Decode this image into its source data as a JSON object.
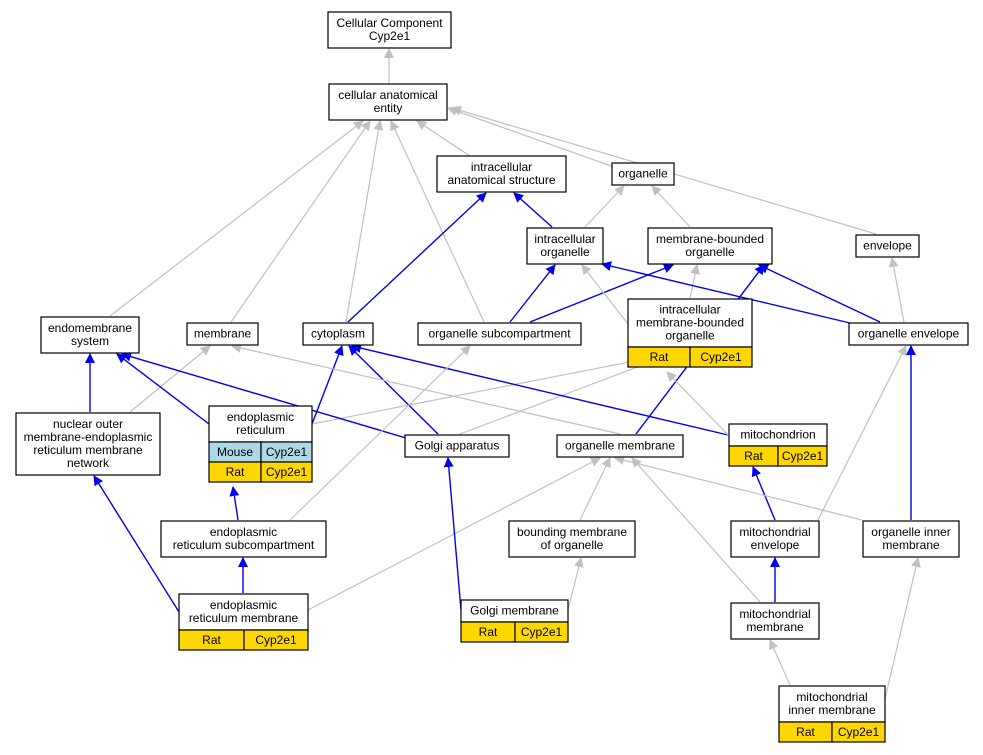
{
  "nodes": {
    "root": [
      "Cellular Component",
      "Cyp2e1"
    ],
    "cae": [
      "cellular anatomical",
      "entity"
    ],
    "ias": [
      "intracellular",
      "anatomical structure"
    ],
    "organelle": [
      "organelle"
    ],
    "io": [
      "intracellular",
      "organelle"
    ],
    "mbo": [
      "membrane-bounded",
      "organelle"
    ],
    "envelope": [
      "envelope"
    ],
    "endomem": [
      "endomembrane",
      "system"
    ],
    "membrane": [
      "membrane"
    ],
    "cytoplasm": [
      "cytoplasm"
    ],
    "osub": [
      "organelle subcompartment"
    ],
    "imbo": [
      "intracellular",
      "membrane-bounded",
      "organelle"
    ],
    "oenv": [
      "organelle envelope"
    ],
    "nuc": [
      "nuclear outer",
      "membrane-endoplasmic",
      "reticulum membrane",
      "network"
    ],
    "er": [
      "endoplasmic",
      "reticulum"
    ],
    "golgi": [
      "Golgi apparatus"
    ],
    "omem": [
      "organelle membrane"
    ],
    "mito": [
      "mitochondrion"
    ],
    "ersub": [
      "endoplasmic",
      "reticulum subcompartment"
    ],
    "bmo": [
      "bounding membrane",
      "of organelle"
    ],
    "menv": [
      "mitochondrial",
      "envelope"
    ],
    "oim": [
      "organelle inner",
      "membrane"
    ],
    "erm": [
      "endoplasmic",
      "reticulum membrane"
    ],
    "gm": [
      "Golgi membrane"
    ],
    "mm": [
      "mitochondrial",
      "membrane"
    ],
    "mim": [
      "mitochondrial",
      "inner membrane"
    ]
  },
  "annotations": {
    "imbo": [
      {
        "species": "Rat",
        "gene": "Cyp2e1"
      }
    ],
    "er": [
      {
        "species": "Mouse",
        "gene": "Cyp2e1"
      },
      {
        "species": "Rat",
        "gene": "Cyp2e1"
      }
    ],
    "mito": [
      {
        "species": "Rat",
        "gene": "Cyp2e1"
      }
    ],
    "erm": [
      {
        "species": "Rat",
        "gene": "Cyp2e1"
      }
    ],
    "gm": [
      {
        "species": "Rat",
        "gene": "Cyp2e1"
      }
    ],
    "mim": [
      {
        "species": "Rat",
        "gene": "Cyp2e1"
      }
    ]
  },
  "species_colors": {
    "Mouse": "#add8e6",
    "Rat": "#ffd700"
  },
  "edge_colors": {
    "is_a": "#c0c0c0",
    "part_of": "#0000ee"
  },
  "edges": [
    {
      "from": "cae",
      "to": "root",
      "type": "is_a"
    },
    {
      "from": "ias",
      "to": "cae",
      "type": "is_a"
    },
    {
      "from": "organelle",
      "to": "cae",
      "type": "is_a"
    },
    {
      "from": "envelope",
      "to": "cae",
      "type": "is_a"
    },
    {
      "from": "endomem",
      "to": "cae",
      "type": "is_a"
    },
    {
      "from": "membrane",
      "to": "cae",
      "type": "is_a"
    },
    {
      "from": "cytoplasm",
      "to": "cae",
      "type": "is_a"
    },
    {
      "from": "osub",
      "to": "cae",
      "type": "is_a"
    },
    {
      "from": "io",
      "to": "organelle",
      "type": "is_a"
    },
    {
      "from": "io",
      "to": "ias",
      "type": "part_of"
    },
    {
      "from": "mbo",
      "to": "organelle",
      "type": "is_a"
    },
    {
      "from": "cytoplasm",
      "to": "ias",
      "type": "part_of"
    },
    {
      "from": "osub",
      "to": "io",
      "type": "part_of"
    },
    {
      "from": "osub",
      "to": "mbo",
      "type": "part_of"
    },
    {
      "from": "imbo",
      "to": "io",
      "type": "is_a"
    },
    {
      "from": "imbo",
      "to": "mbo",
      "type": "is_a"
    },
    {
      "from": "oenv",
      "to": "envelope",
      "type": "is_a"
    },
    {
      "from": "oenv",
      "to": "io",
      "type": "part_of"
    },
    {
      "from": "oenv",
      "to": "mbo",
      "type": "part_of"
    },
    {
      "from": "nuc",
      "to": "endomem",
      "type": "part_of"
    },
    {
      "from": "nuc",
      "to": "membrane",
      "type": "is_a"
    },
    {
      "from": "er",
      "to": "endomem",
      "type": "part_of"
    },
    {
      "from": "er",
      "to": "cytoplasm",
      "type": "part_of"
    },
    {
      "from": "er",
      "to": "imbo",
      "type": "is_a"
    },
    {
      "from": "golgi",
      "to": "endomem",
      "type": "part_of"
    },
    {
      "from": "golgi",
      "to": "cytoplasm",
      "type": "part_of"
    },
    {
      "from": "golgi",
      "to": "imbo",
      "type": "is_a"
    },
    {
      "from": "omem",
      "to": "membrane",
      "type": "is_a"
    },
    {
      "from": "omem",
      "to": "mbo",
      "type": "part_of"
    },
    {
      "from": "mito",
      "to": "cytoplasm",
      "type": "part_of"
    },
    {
      "from": "mito",
      "to": "imbo",
      "type": "is_a"
    },
    {
      "from": "ersub",
      "to": "er",
      "type": "part_of"
    },
    {
      "from": "ersub",
      "to": "osub",
      "type": "is_a"
    },
    {
      "from": "bmo",
      "to": "omem",
      "type": "is_a"
    },
    {
      "from": "menv",
      "to": "mito",
      "type": "part_of"
    },
    {
      "from": "menv",
      "to": "oenv",
      "type": "is_a"
    },
    {
      "from": "oim",
      "to": "omem",
      "type": "is_a"
    },
    {
      "from": "oim",
      "to": "oenv",
      "type": "part_of"
    },
    {
      "from": "erm",
      "to": "ersub",
      "type": "part_of"
    },
    {
      "from": "erm",
      "to": "nuc",
      "type": "part_of"
    },
    {
      "from": "erm",
      "to": "omem",
      "type": "is_a"
    },
    {
      "from": "gm",
      "to": "golgi",
      "type": "part_of"
    },
    {
      "from": "gm",
      "to": "bmo",
      "type": "is_a"
    },
    {
      "from": "mm",
      "to": "menv",
      "type": "part_of"
    },
    {
      "from": "mm",
      "to": "omem",
      "type": "is_a"
    },
    {
      "from": "mim",
      "to": "mm",
      "type": "is_a"
    },
    {
      "from": "mim",
      "to": "oim",
      "type": "is_a"
    }
  ]
}
